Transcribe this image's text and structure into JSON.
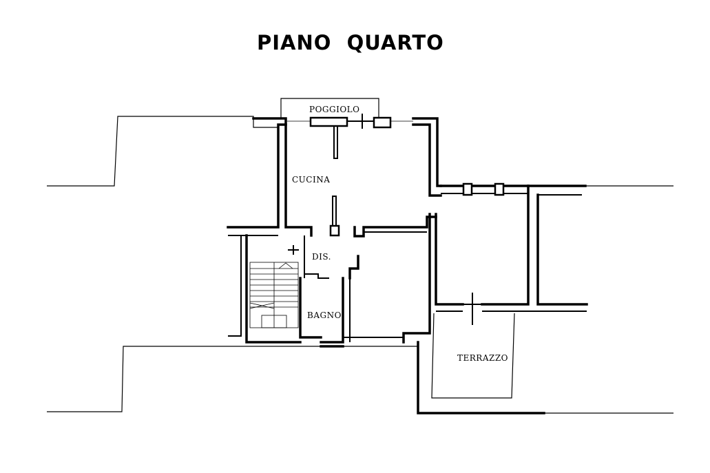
{
  "title": "PIANO  QUARTO",
  "rooms": {
    "poggiolo": "POGGIOLO",
    "cucina": "CUCINA",
    "disimpegno": "DIS.",
    "bagno": "BAGNO",
    "terrazzo": "TERRAZZO"
  }
}
